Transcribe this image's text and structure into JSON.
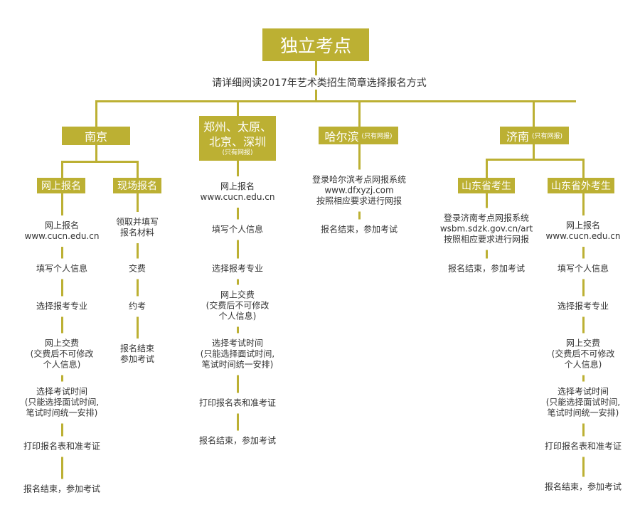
{
  "title": "独立考点",
  "subtitle": "请详细阅读2017年艺术类招生简章选择报名方式",
  "accent_color": "#bcb033",
  "regions": {
    "nanjing": {
      "label": "南京"
    },
    "zhengzhou": {
      "line1": "郑州、太原、",
      "line2": "北京、深圳",
      "note": "(只有网报)"
    },
    "harbin": {
      "label": "哈尔滨",
      "note": "(只有网报)"
    },
    "jinan": {
      "label": "济南",
      "note": "(只有网报)"
    }
  },
  "sub_boxes": {
    "online": "网上报名",
    "onsite": "现场报名",
    "shandong": "山东省考生",
    "outside": "山东省外考生"
  },
  "columns": [
    {
      "id": "nanjing-online",
      "steps": [
        [
          "网上报名",
          "www.cucn.edu.cn"
        ],
        [
          "填写个人信息"
        ],
        [
          "选择报考专业"
        ],
        [
          "网上交费",
          "(交费后不可修改",
          "个人信息)"
        ],
        [
          "选择考试时间",
          "(只能选择面试时间,",
          "笔试时间统一安排)"
        ],
        [
          "打印报名表和准考证"
        ],
        [
          "报名结束，参加考试"
        ]
      ]
    },
    {
      "id": "nanjing-onsite",
      "steps": [
        [
          "领取并填写",
          "报名材料"
        ],
        [
          "交费"
        ],
        [
          "约考"
        ],
        [
          "报名结束",
          "参加考试"
        ]
      ]
    },
    {
      "id": "zhengzhou",
      "steps": [
        [
          "网上报名",
          "www.cucn.edu.cn"
        ],
        [
          "填写个人信息"
        ],
        [
          "选择报考专业"
        ],
        [
          "网上交费",
          "(交费后不可修改",
          "个人信息)"
        ],
        [
          "选择考试时间",
          "(只能选择面试时间,",
          "笔试时间统一安排)"
        ],
        [
          "打印报名表和准考证"
        ],
        [
          "报名结束，参加考试"
        ]
      ]
    },
    {
      "id": "harbin",
      "steps": [
        [
          "登录哈尔滨考点网报系统",
          "www.dfxyzj.com",
          "按照相应要求进行网报"
        ],
        [
          "报名结束，参加考试"
        ]
      ]
    },
    {
      "id": "jinan-shandong",
      "steps": [
        [
          "登录济南考点网报系统",
          "wsbm.sdzk.gov.cn/art",
          "按照相应要求进行网报"
        ],
        [
          "报名结束，参加考试"
        ]
      ]
    },
    {
      "id": "jinan-outside",
      "steps": [
        [
          "网上报名",
          "www.cucn.edu.cn"
        ],
        [
          "填写个人信息"
        ],
        [
          "选择报考专业"
        ],
        [
          "网上交费",
          "(交费后不可修改",
          "个人信息)"
        ],
        [
          "选择考试时间",
          "(只能选择面试时间,",
          "笔试时间统一安排)"
        ],
        [
          "打印报名表和准考证"
        ],
        [
          "报名结束，参加考试"
        ]
      ]
    }
  ]
}
